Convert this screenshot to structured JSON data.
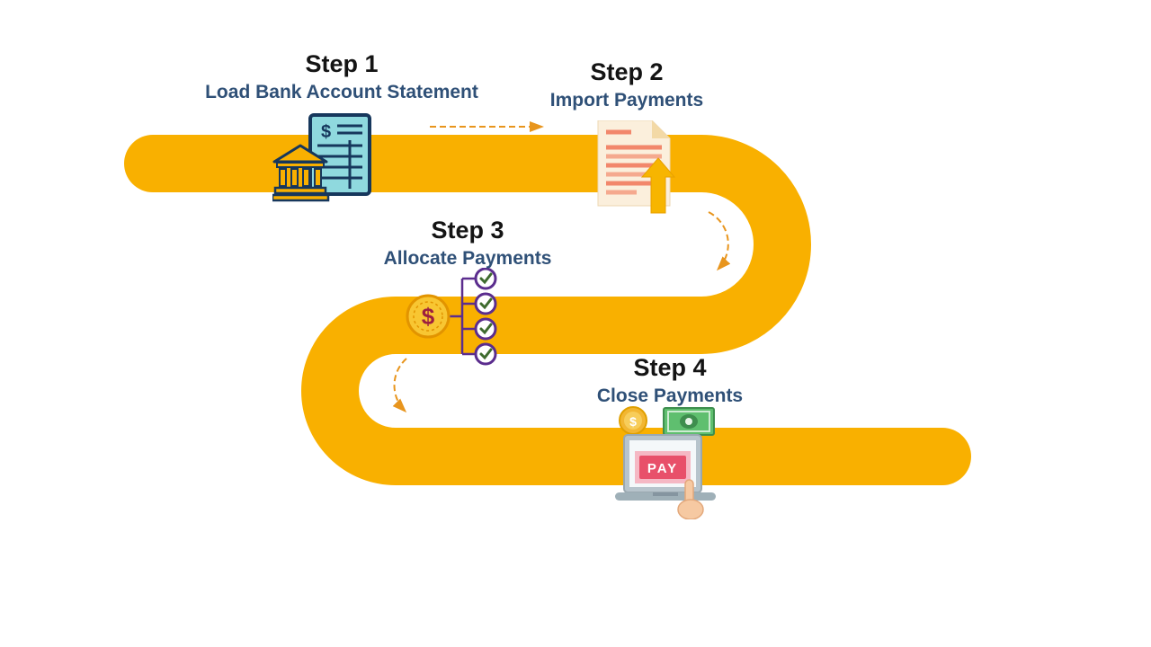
{
  "steps": [
    {
      "label": "Step 1",
      "title": "Load Bank Account Statement"
    },
    {
      "label": "Step 2",
      "title": "Import Payments"
    },
    {
      "label": "Step 3",
      "title": "Allocate Payments"
    },
    {
      "label": "Step 4",
      "title": "Close Payments"
    }
  ],
  "icon_labels": {
    "statement_dollar": "$",
    "allocate_coin_dollar": "$",
    "close_coin_symbol": "$",
    "pay_button": "PAY"
  },
  "colors": {
    "flow_path": "#F9B000",
    "dashed_arrow": "#E8951D",
    "step_label_text": "#141414",
    "step_title_text": "#2F5077",
    "statement_teal": "#8FD9DE",
    "navy_outline": "#16375C",
    "page_cream": "#FBEFDC",
    "page_line_salmon": "#F2876B",
    "coin_gold": "#F8C632",
    "connector_purple": "#5B2D8E",
    "check_green": "#3E6B2E",
    "banknote_green": "#5FBF6F",
    "pay_red": "#E8506A",
    "laptop_gray": "#B7C4CC"
  }
}
